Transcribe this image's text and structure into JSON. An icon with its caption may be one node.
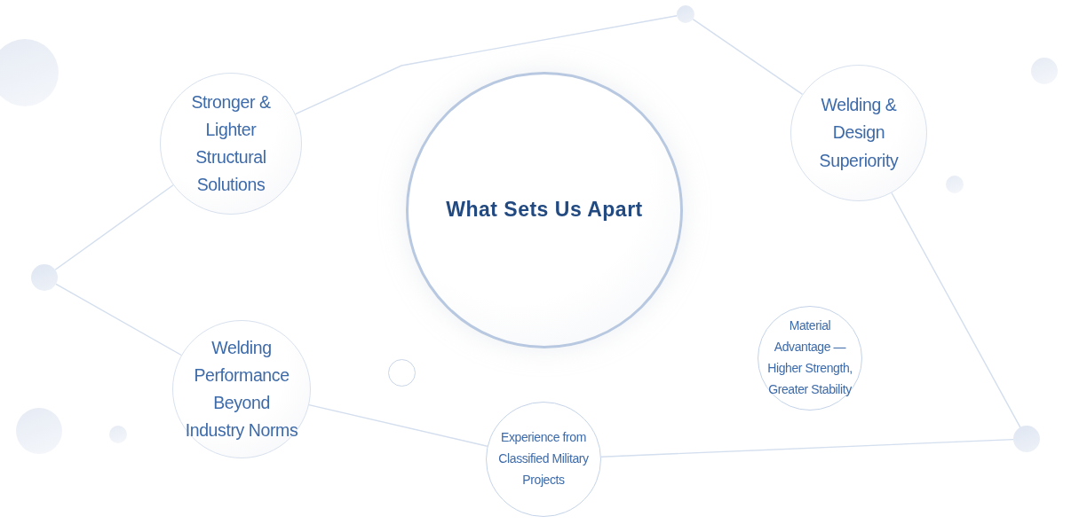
{
  "diagram": {
    "nodes": [
      {
        "text": [],
        "shape": "circle"
      },
      {
        "text": [
          "Stronger & Lighter Structural Solutions"
        ]
      },
      {
        "text": [
          "Welding & Design Superiority"
        ]
      },
      {
        "text": [
          "What Sets Us Apart"
        ]
      },
      {
        "text": [],
        "shape": "circle"
      },
      {
        "text": [
          "Material Advantage — Higher Strength, Greater Stability"
        ]
      },
      {
        "text": [
          "Welding Performance Beyond Industry Norms"
        ]
      },
      {
        "text": [],
        "shape": "circle"
      },
      {
        "text": [
          "Experience from Classified Military Projects"
        ]
      }
    ],
    "edges": [
      {
        "from": 0,
        "to": 1,
        "arrow": "none"
      },
      {
        "from": 0,
        "to": 2,
        "arrow": "none"
      },
      {
        "from": 2,
        "to": 7,
        "arrow": "none"
      },
      {
        "from": 7,
        "to": 8,
        "arrow": "none"
      },
      {
        "from": 8,
        "to": 6,
        "arrow": "none"
      },
      {
        "from": 6,
        "to": 4,
        "arrow": "none"
      },
      {
        "from": 4,
        "to": 1,
        "arrow": "none"
      }
    ]
  }
}
